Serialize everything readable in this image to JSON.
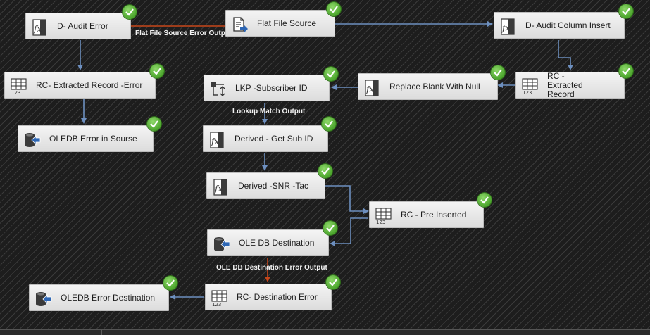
{
  "components": [
    {
      "id": "flat-file-source",
      "label": "Flat File Source",
      "icon": "flat-file-icon"
    },
    {
      "id": "d-audit-error",
      "label": "D- Audit Error",
      "icon": "derived-column-icon"
    },
    {
      "id": "d-audit-column-insert",
      "label": "D- Audit Column Insert",
      "icon": "derived-column-icon"
    },
    {
      "id": "rc-extracted-record-error",
      "label": "RC- Extracted Record -Error",
      "icon": "row-count-icon"
    },
    {
      "id": "lkp-subscriber-id",
      "label": "LKP -Subscriber ID",
      "icon": "lookup-icon"
    },
    {
      "id": "replace-blank-with-null",
      "label": "Replace Blank With Null",
      "icon": "derived-column-icon"
    },
    {
      "id": "rc-extracted-record",
      "label": "RC - Extracted Record",
      "icon": "row-count-icon"
    },
    {
      "id": "oledb-error-in-sourse",
      "label": "OLEDB  Error in Sourse",
      "icon": "database-destination-icon"
    },
    {
      "id": "derived-get-sub-id",
      "label": "Derived - Get Sub ID",
      "icon": "derived-column-icon"
    },
    {
      "id": "derived-snr-tac",
      "label": "Derived -SNR -Tac",
      "icon": "derived-column-icon"
    },
    {
      "id": "rc-pre-inserted",
      "label": "RC - Pre Inserted",
      "icon": "row-count-icon"
    },
    {
      "id": "ole-db-destination",
      "label": "OLE DB Destination",
      "icon": "database-destination-icon"
    },
    {
      "id": "rc-destination-error",
      "label": "RC- Destination Error",
      "icon": "row-count-icon"
    },
    {
      "id": "oledb-error-destination",
      "label": "OLEDB Error Destination",
      "icon": "database-destination-icon"
    }
  ],
  "path_labels": {
    "flat_file_error": "Flat File Source Error Output",
    "lookup_match": "Lookup Match Output",
    "ole_db_error": "OLE DB Destination Error Output"
  },
  "status": "success",
  "colors": {
    "canvas": "#1d1d1d",
    "data_path": "#6d8fbf",
    "error_path": "#c7461a",
    "success_check": "#4ba52c"
  }
}
